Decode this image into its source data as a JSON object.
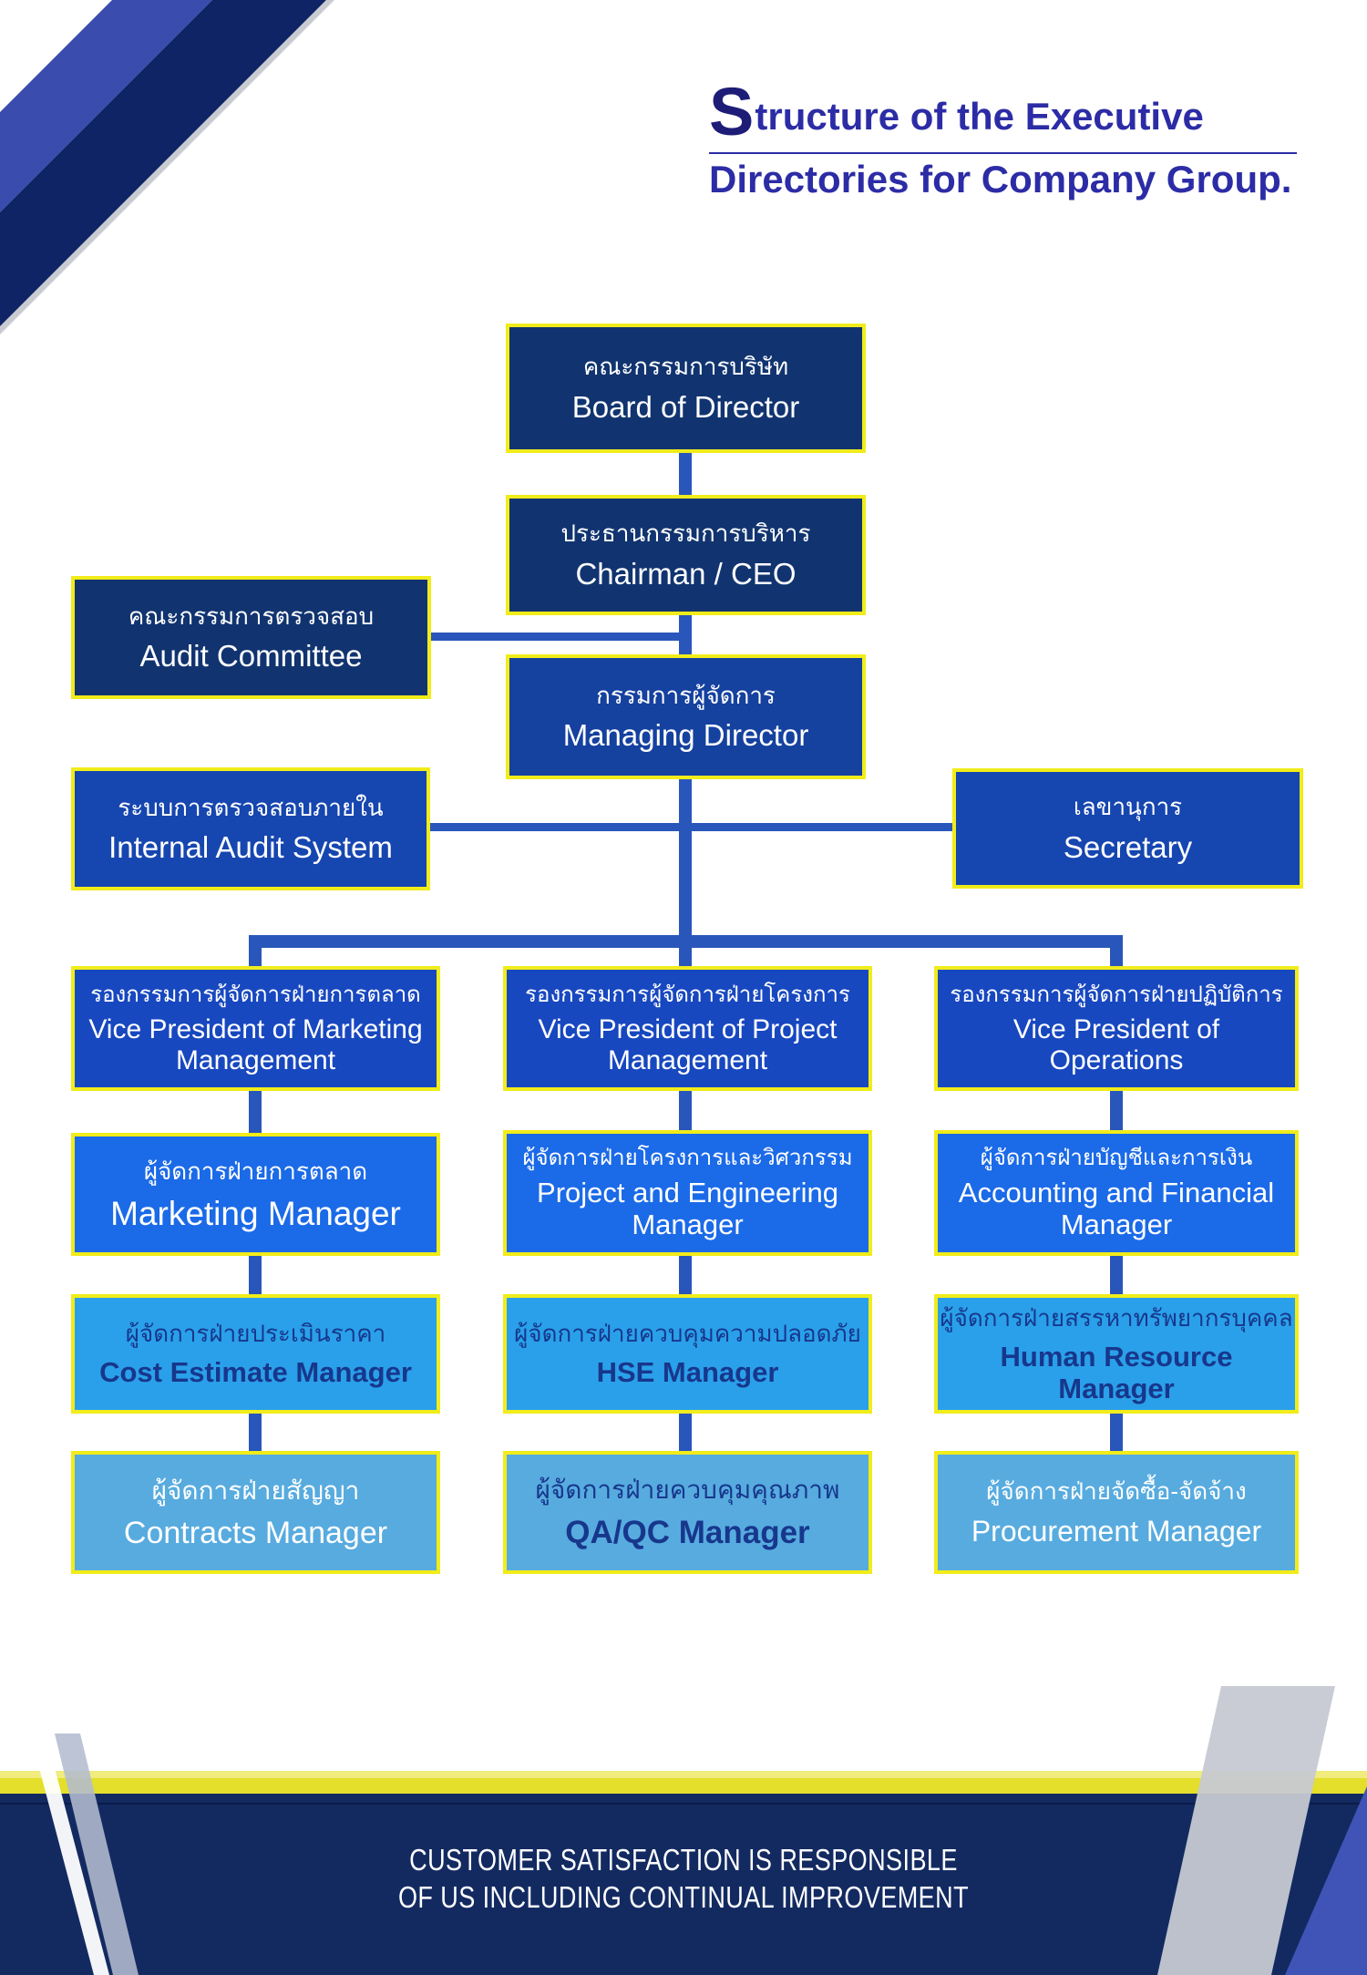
{
  "title": {
    "line1_initial": "S",
    "line1_rest": "tructure of the Executive",
    "line2": "Directories for Company Group."
  },
  "footer": {
    "line1": "CUSTOMER SATISFACTION IS RESPONSIBLE",
    "line2": "OF US INCLUDING CONTINUAL IMPROVEMENT"
  },
  "nodes": {
    "board": {
      "thai": "คณะกรรมการบริษัท",
      "english": "Board of Director"
    },
    "chairman": {
      "thai": "ประธานกรรมการบริหาร",
      "english": "Chairman / CEO"
    },
    "audit": {
      "thai": "คณะกรรมการตรวจสอบ",
      "english": "Audit Committee"
    },
    "managing": {
      "thai": "กรรมการผู้จัดการ",
      "english": "Managing Director"
    },
    "internal_audit": {
      "thai": "ระบบการตรวจสอบภายใน",
      "english": "Internal Audit System"
    },
    "secretary": {
      "thai": "เลขานุการ",
      "english": "Secretary"
    },
    "vp_marketing": {
      "thai": "รองกรรมการผู้จัดการฝ่ายการตลาด",
      "english": "Vice President of Marketing Management"
    },
    "vp_project": {
      "thai": "รองกรรมการผู้จัดการฝ่ายโครงการ",
      "english": "Vice President of Project Management"
    },
    "vp_operations": {
      "thai": "รองกรรมการผู้จัดการฝ่ายปฏิบัติการ",
      "english": "Vice President of Operations"
    },
    "marketing_mgr": {
      "thai": "ผู้จัดการฝ่ายการตลาด",
      "english": "Marketing Manager"
    },
    "project_mgr": {
      "thai": "ผู้จัดการฝ่ายโครงการและวิศวกรรม",
      "english": "Project and Engineering Manager"
    },
    "accounting_mgr": {
      "thai": "ผู้จัดการฝ่ายบัญชีและการเงิน",
      "english": "Accounting and Financial Manager"
    },
    "cost_mgr": {
      "thai": "ผู้จัดการฝ่ายประเมินราคา",
      "english": "Cost Estimate Manager"
    },
    "hse_mgr": {
      "thai": "ผู้จัดการฝ่ายควบคุมความปลอดภัย",
      "english": "HSE Manager"
    },
    "hr_mgr": {
      "thai": "ผู้จัดการฝ่ายสรรหาทรัพยากรบุคคล",
      "english": "Human Resource Manager"
    },
    "contracts_mgr": {
      "thai": "ผู้จัดการฝ่ายสัญญา",
      "english": "Contracts Manager"
    },
    "qaqc_mgr": {
      "thai": "ผู้จัดการฝ่ายควบคุมคุณภาพ",
      "english": "QA/QC Manager"
    },
    "procurement_mgr": {
      "thai": "ผู้จัดการฝ่ายจัดซื้อ-จัดจ้าง",
      "english": "Procurement Manager"
    }
  },
  "colors": {
    "title_blue": "#2c2ca6",
    "title_initial_navy": "#1d1d78",
    "box_border_yellow": "#f1ec1a",
    "level_top_navy": "#113470",
    "level_exec_blue": "#1646b0",
    "level_vp_blue": "#1848c0",
    "level_manager_blue": "#1b6ae8",
    "level_dept_blue": "#2aa0ea",
    "level_section_blue": "#57abdf",
    "connector_blue": "#2956ba",
    "navy_text": "#17378c",
    "footer_navy": "#132a61",
    "footer_yellow": "#e3df2b",
    "corner_accent_blue": "#3f54b6"
  }
}
